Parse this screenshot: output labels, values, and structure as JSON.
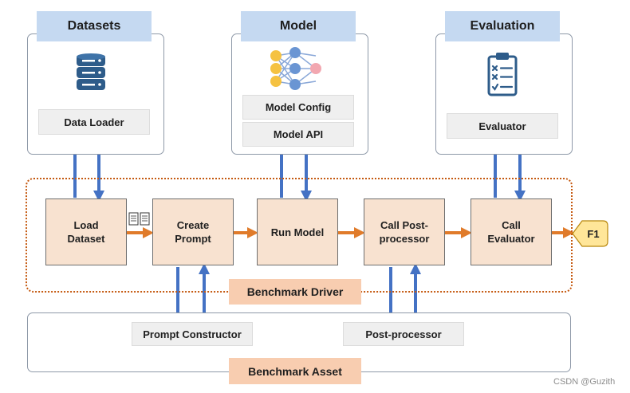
{
  "groups": {
    "datasets": {
      "title": "Datasets",
      "component": "Data Loader",
      "icon": "database-icon"
    },
    "model": {
      "title": "Model",
      "components": [
        "Model Config",
        "Model API"
      ],
      "icon": "neural-network-icon"
    },
    "evaluation": {
      "title": "Evaluation",
      "component": "Evaluator",
      "icon": "clipboard-checklist-icon"
    }
  },
  "driver": {
    "label": "Benchmark Driver",
    "stages": [
      "Load\nDataset",
      "Create\nPrompt",
      "Run Model",
      "Call Post-\nprocessor",
      "Call\nEvaluator"
    ]
  },
  "asset": {
    "label": "Benchmark Asset",
    "components": [
      "Prompt Constructor",
      "Post-processor"
    ]
  },
  "output": {
    "label": "F1"
  },
  "watermark": "CSDN @Guzith",
  "colors": {
    "arrow_blue": "#4472c4",
    "arrow_orange": "#e07b2a",
    "header_blue": "#c5d9f1",
    "stage_fill": "#f8e2d0",
    "label_peach": "#f8cdb0",
    "output_yellow": "#ffe699",
    "driver_dots": "#c55a11"
  }
}
